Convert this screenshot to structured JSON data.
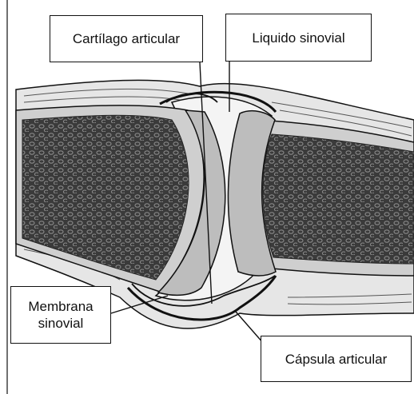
{
  "labels": {
    "cartilago": "Cartílago articular",
    "liquido": "Liquido sinovial",
    "membrana_line1": "Membrana",
    "membrana_line2": "sinovial",
    "capsula": "Cápsula articular"
  },
  "colors": {
    "bone": "#3a3a3a",
    "bone_pattern": "#8a8a8a",
    "cartilage": "#bdbdbd",
    "synovial_fluid": "#f4f4f4",
    "tissue": "#e2e2e2",
    "outline": "#111111"
  }
}
